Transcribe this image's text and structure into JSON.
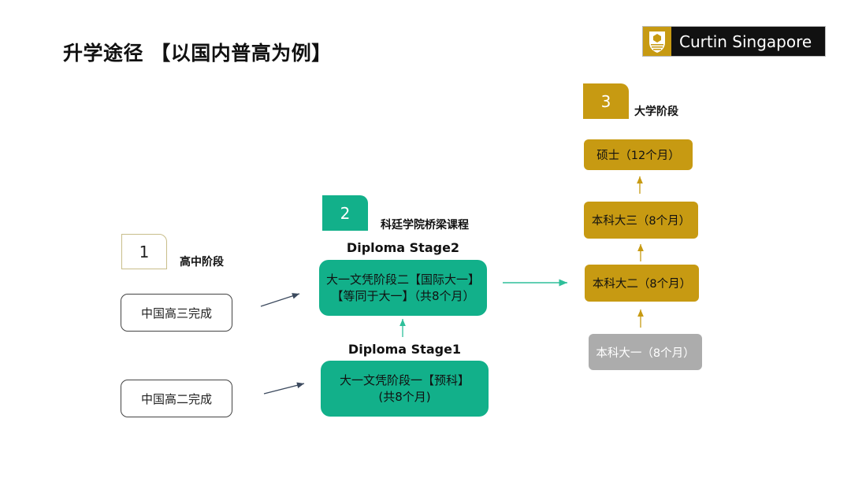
{
  "title": "升学途径 【以国内普高为例】",
  "logo": {
    "text": "Curtin Singapore",
    "icon": "curtin-shield-icon",
    "brand_color": "#c79a12"
  },
  "colors": {
    "stage1": "#c8bd8a",
    "stage2": "#12b08a",
    "stage3": "#c79a12",
    "grey": "#acacac"
  },
  "stage1": {
    "number": "1",
    "label": "高中阶段",
    "boxes": [
      "中国高三完成",
      "中国高二完成"
    ]
  },
  "stage2": {
    "number": "2",
    "label": "科廷学院桥梁课程",
    "diploma2": {
      "title": "Diploma Stage2",
      "line1": "大一文凭阶段二【国际大一】",
      "line2": "【等同于大一】（共8个月）"
    },
    "diploma1": {
      "title": "Diploma Stage1",
      "line1": "大一文凭阶段一【预科】",
      "line2": "(共8个月)"
    }
  },
  "stage3": {
    "number": "3",
    "label": "大学阶段",
    "boxes": [
      "硕士（12个月）",
      "本科大三（8个月）",
      "本科大二（8个月）",
      "本科大一（8个月）"
    ]
  }
}
